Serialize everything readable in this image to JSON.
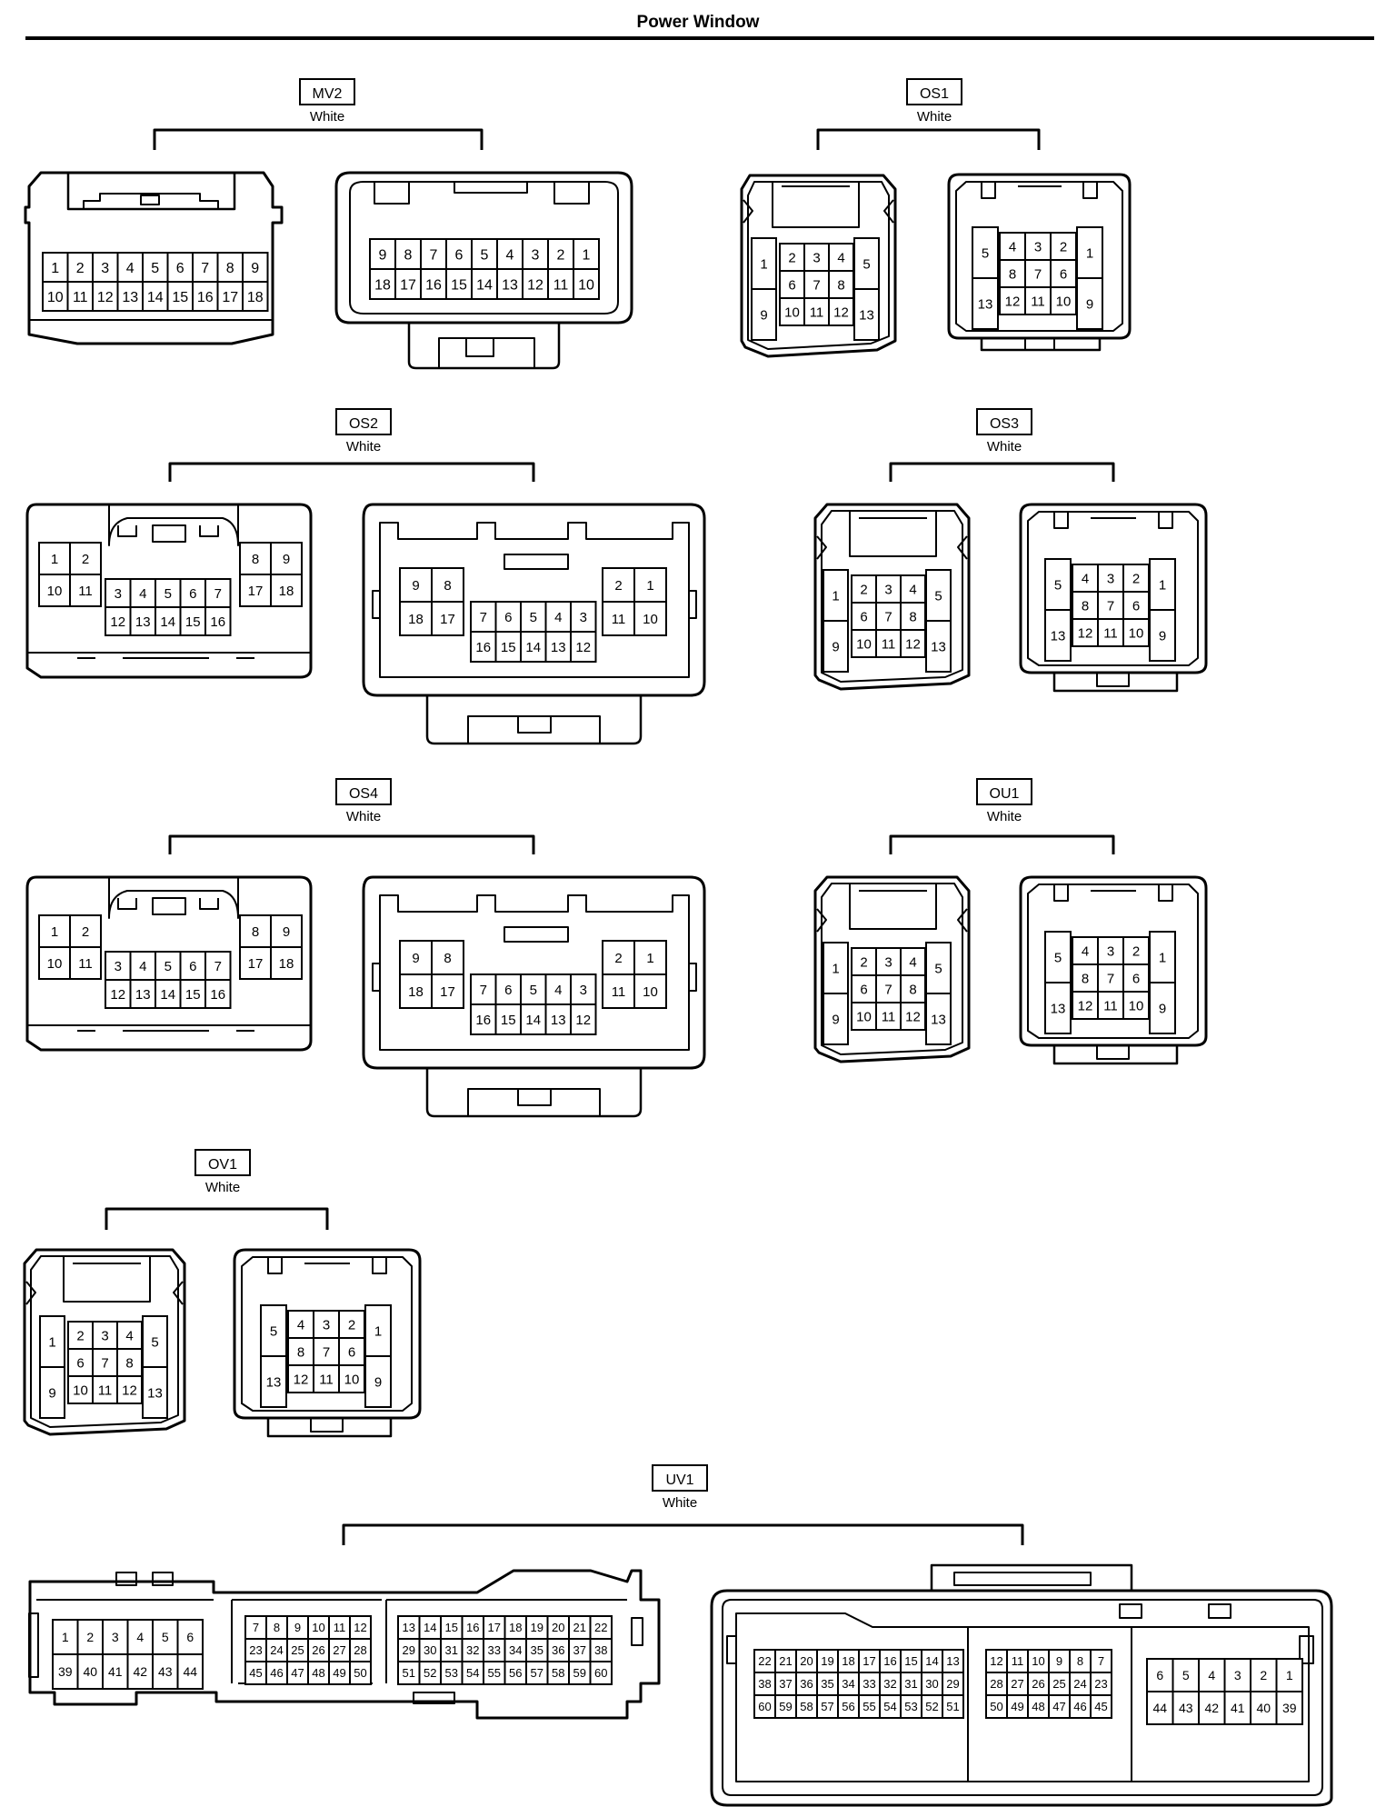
{
  "page_title": "Power Window",
  "connectors": [
    {
      "id": "MV2",
      "color": "White"
    },
    {
      "id": "OS1",
      "color": "White"
    },
    {
      "id": "OS2",
      "color": "White"
    },
    {
      "id": "OS3",
      "color": "White"
    },
    {
      "id": "OS4",
      "color": "White"
    },
    {
      "id": "OU1",
      "color": "White"
    },
    {
      "id": "OV1",
      "color": "White"
    },
    {
      "id": "UV1",
      "color": "White"
    }
  ],
  "layouts": {
    "mv2_f": [
      [
        "1",
        "2",
        "3",
        "4",
        "5",
        "6",
        "7",
        "8",
        "9"
      ],
      [
        "10",
        "11",
        "12",
        "13",
        "14",
        "15",
        "16",
        "17",
        "18"
      ]
    ],
    "mv2_m": [
      [
        "9",
        "8",
        "7",
        "6",
        "5",
        "4",
        "3",
        "2",
        "1"
      ],
      [
        "18",
        "17",
        "16",
        "15",
        "14",
        "13",
        "12",
        "11",
        "10"
      ]
    ],
    "os2_f_left": [
      [
        "1",
        "2"
      ],
      [
        "10",
        "11"
      ]
    ],
    "os2_f_mid": [
      [
        "3",
        "4",
        "5",
        "6",
        "7"
      ],
      [
        "12",
        "13",
        "14",
        "15",
        "16"
      ]
    ],
    "os2_f_right": [
      [
        "8",
        "9"
      ],
      [
        "17",
        "18"
      ]
    ],
    "os2_m_left": [
      [
        "9",
        "8"
      ],
      [
        "18",
        "17"
      ]
    ],
    "os2_m_mid": [
      [
        "7",
        "6",
        "5",
        "4",
        "3"
      ],
      [
        "16",
        "15",
        "14",
        "13",
        "12"
      ]
    ],
    "os2_m_right": [
      [
        "2",
        "1"
      ],
      [
        "11",
        "10"
      ]
    ],
    "os_f_left": [
      [
        "1"
      ],
      [
        "9"
      ]
    ],
    "os_f_mid": [
      [
        "2",
        "3",
        "4"
      ],
      [
        "6",
        "7",
        "8"
      ],
      [
        "10",
        "11",
        "12"
      ]
    ],
    "os_f_right": [
      [
        "5"
      ],
      [
        "13"
      ]
    ],
    "os_m_left": [
      [
        "5"
      ],
      [
        "13"
      ]
    ],
    "os_m_mid": [
      [
        "4",
        "3",
        "2"
      ],
      [
        "8",
        "7",
        "6"
      ],
      [
        "12",
        "11",
        "10"
      ]
    ],
    "os_m_right": [
      [
        "1"
      ],
      [
        "9"
      ]
    ],
    "uv1_f_a": [
      [
        "1",
        "2",
        "3",
        "4",
        "5",
        "6"
      ],
      [
        "39",
        "40",
        "41",
        "42",
        "43",
        "44"
      ]
    ],
    "uv1_f_b": [
      [
        "7",
        "8",
        "9",
        "10",
        "11",
        "12"
      ],
      [
        "23",
        "24",
        "25",
        "26",
        "27",
        "28"
      ],
      [
        "45",
        "46",
        "47",
        "48",
        "49",
        "50"
      ]
    ],
    "uv1_f_c": [
      [
        "13",
        "14",
        "15",
        "16",
        "17",
        "18",
        "19",
        "20",
        "21",
        "22"
      ],
      [
        "29",
        "30",
        "31",
        "32",
        "33",
        "34",
        "35",
        "36",
        "37",
        "38"
      ],
      [
        "51",
        "52",
        "53",
        "54",
        "55",
        "56",
        "57",
        "58",
        "59",
        "60"
      ]
    ],
    "uv1_m_a": [
      [
        "22",
        "21",
        "20",
        "19",
        "18",
        "17",
        "16",
        "15",
        "14",
        "13"
      ],
      [
        "38",
        "37",
        "36",
        "35",
        "34",
        "33",
        "32",
        "31",
        "30",
        "29"
      ],
      [
        "60",
        "59",
        "58",
        "57",
        "56",
        "55",
        "54",
        "53",
        "52",
        "51"
      ]
    ],
    "uv1_m_b": [
      [
        "12",
        "11",
        "10",
        "9",
        "8",
        "7"
      ],
      [
        "28",
        "27",
        "26",
        "25",
        "24",
        "23"
      ],
      [
        "50",
        "49",
        "48",
        "47",
        "46",
        "45"
      ]
    ],
    "uv1_m_c": [
      [
        "6",
        "5",
        "4",
        "3",
        "2",
        "1"
      ],
      [
        "44",
        "43",
        "42",
        "41",
        "40",
        "39"
      ]
    ]
  }
}
